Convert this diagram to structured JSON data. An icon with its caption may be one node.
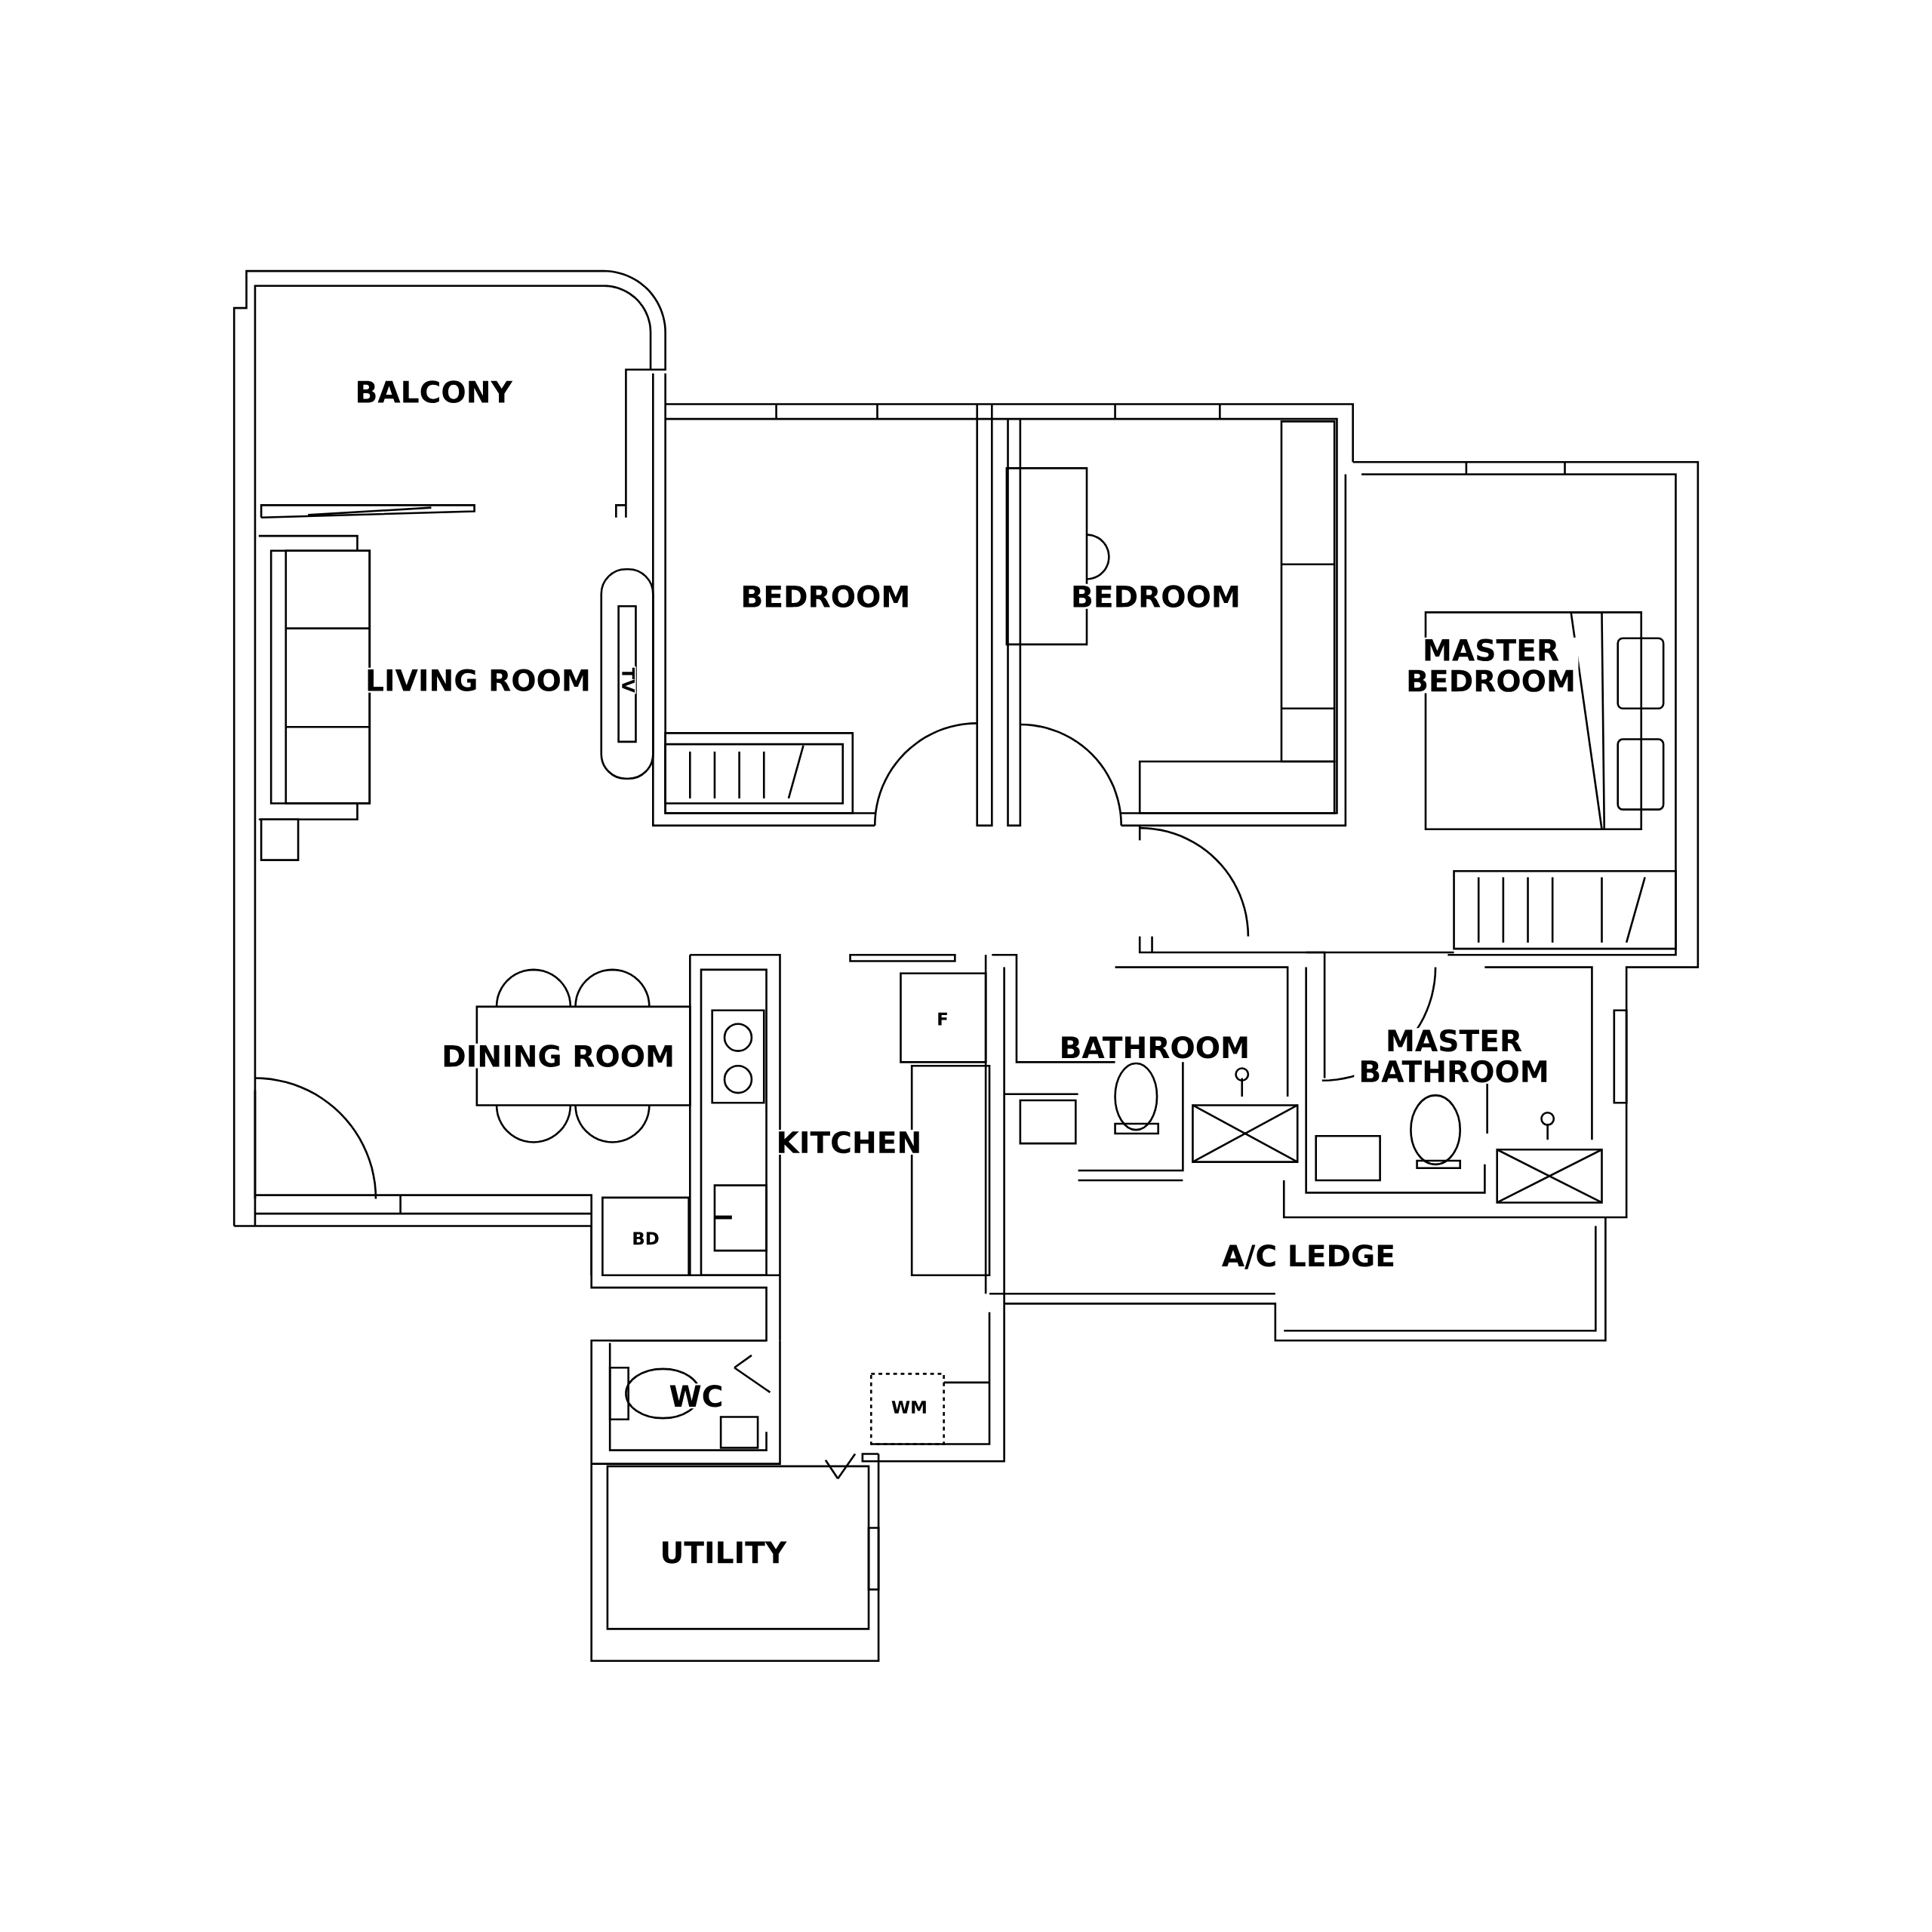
{
  "diagram": {
    "labels": [
      "BALCONY",
      "LIVING ROOM",
      "TV",
      "BEDROOM",
      "BEDROOM",
      "MASTER BEDROOM",
      "DINING ROOM",
      "KITCHEN",
      "F",
      "BATHROOM",
      "MASTER BATHROOM",
      "BD",
      "A/C LEDGE",
      "WC",
      "WM",
      "UTILITY"
    ]
  }
}
